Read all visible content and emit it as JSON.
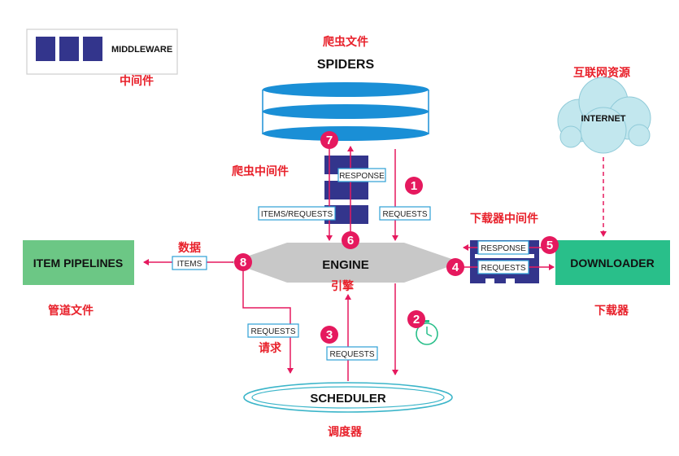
{
  "legend": {
    "label": "MIDDLEWARE",
    "label_cn": "中间件"
  },
  "spiders": {
    "label": "SPIDERS",
    "label_cn": "爬虫文件"
  },
  "spider_middleware": {
    "label_cn": "爬虫中间件"
  },
  "internet": {
    "label": "INTERNET",
    "label_cn": "互联网资源"
  },
  "engine": {
    "label": "ENGINE",
    "label_cn": "引擎"
  },
  "item_pipelines": {
    "label": "ITEM PIPELINES",
    "label_cn": "管道文件"
  },
  "downloader": {
    "label": "DOWNLOADER",
    "label_cn": "下载器"
  },
  "downloader_middleware": {
    "label_cn": "下载器中间件"
  },
  "scheduler": {
    "label": "SCHEDULER",
    "label_cn": "调度器"
  },
  "tags": {
    "response_spider": "RESPONSE",
    "items_requests": "ITEMS/REQUESTS",
    "requests_spider": "REQUESTS",
    "items": "ITEMS",
    "data_cn": "数据",
    "response_dl": "RESPONSE",
    "requests_dl": "REQUESTS",
    "requests_to_scheduler": "REQUESTS",
    "request_cn": "请求",
    "requests_from_scheduler": "REQUESTS"
  },
  "steps": [
    "1",
    "2",
    "3",
    "4",
    "5",
    "6",
    "7",
    "8"
  ],
  "colors": {
    "accent_red": "#e8202a",
    "step_pink": "#e5195e",
    "middleware_purple": "#33358c",
    "spider_blue": "#1a8fd6",
    "pipeline_green": "#6cc785",
    "downloader_green": "#29bf8a",
    "engine_gray": "#c8c8c8",
    "internet_cyan": "#c2e7ee",
    "scheduler_cyan": "#3bb5c9",
    "tag_border": "#2ea1d6"
  }
}
